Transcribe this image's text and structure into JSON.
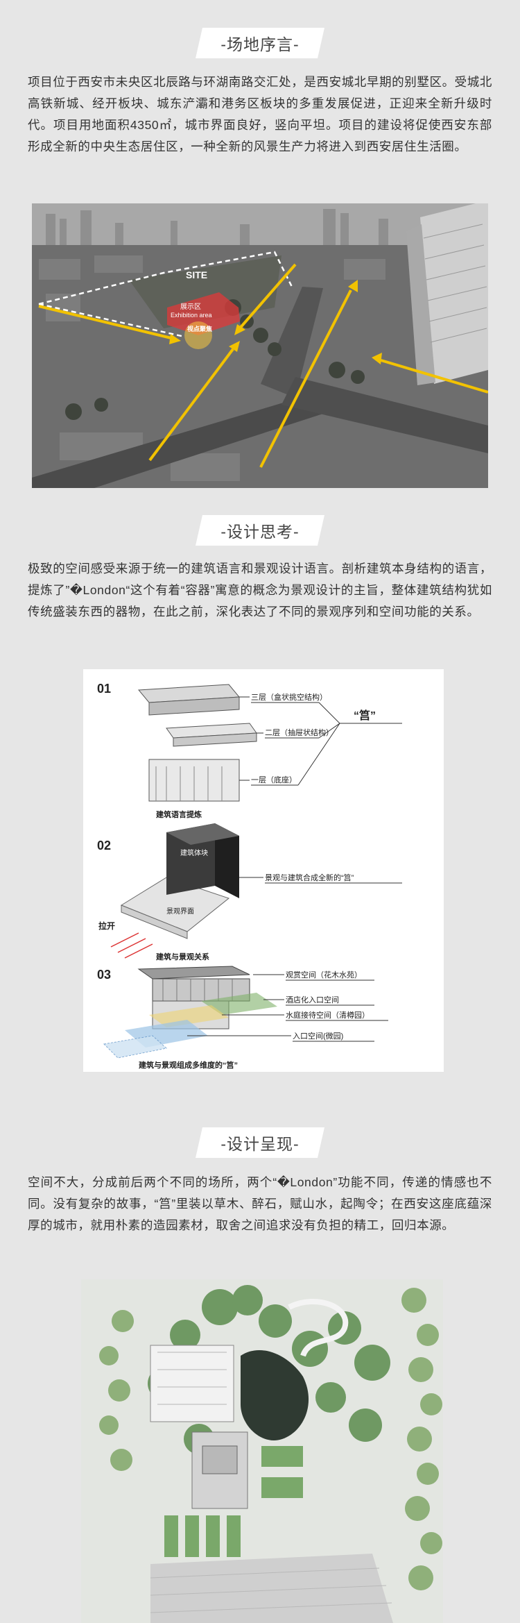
{
  "sections": [
    {
      "title": "-场地序言-",
      "paragraph": "项目位于西安市未央区北辰路与环湖南路交汇处，是西安城北早期的别墅区。受城北高铁新城、经开板块、城东浐灞和港务区板块的多重发展促进，正迎来全新升级时代。项目用地面积4350㎡，城市界面良好，竖向平坦。项目的建设将促使西安东部形成全新的中央生态居住区，一种全新的风景生产力将进入到西安居住生活圈。"
    },
    {
      "title": "-设计思考-",
      "paragraph": "极致的空间感受来源于统一的建筑语言和景观设计语言。剖析建筑本身结构的语言，提炼了”�London“这个有着“容器”寓意的概念为景观设计的主旨，整体建筑结构犹如传统盛装东西的器物，在此之前，深化表达了不同的景观序列和空间功能的关系。"
    },
    {
      "title": "-设计呈现-",
      "paragraph": "空间不大，分成前后两个不同的场所，两个“�London”功能不同，传递的情感也不同。没有复杂的故事，“筥”里装以草木、醉石，赋山水，起陶令；在西安这座底蕴深厚的城市，就用朴素的造园素材，取舍之间追求没有负担的精工，回归本源。"
    }
  ],
  "site_photo": {
    "site_label": "SITE",
    "exhibition_label": "展示区",
    "exhibition_label_en": "Exhibition area",
    "focus_label": "视点聚焦"
  },
  "diagram": {
    "step1_num": "01",
    "step1_floor3": "三层（盒状挑空结构）",
    "step1_floor2": "二层（抽屉状结构）",
    "step1_floor1": "一层（底座）",
    "step1_concept": "“筥”",
    "step1_caption": "建筑语言提炼",
    "step2_num": "02",
    "step2_block": "建筑体块",
    "step2_surface": "景观界面",
    "step2_pull": "拉开",
    "step2_note": "景观与建筑合成全新的“筥”",
    "step2_caption": "建筑与景观关系",
    "step3_num": "03",
    "step3_a": "观赏空间（花木水苑）",
    "step3_b": "酒店化入口空间",
    "step3_c": "水庭接待空间（清樽园）",
    "step3_d": "入口空间(微园)",
    "step3_caption": "建筑与景观组成多维度的“筥”"
  }
}
